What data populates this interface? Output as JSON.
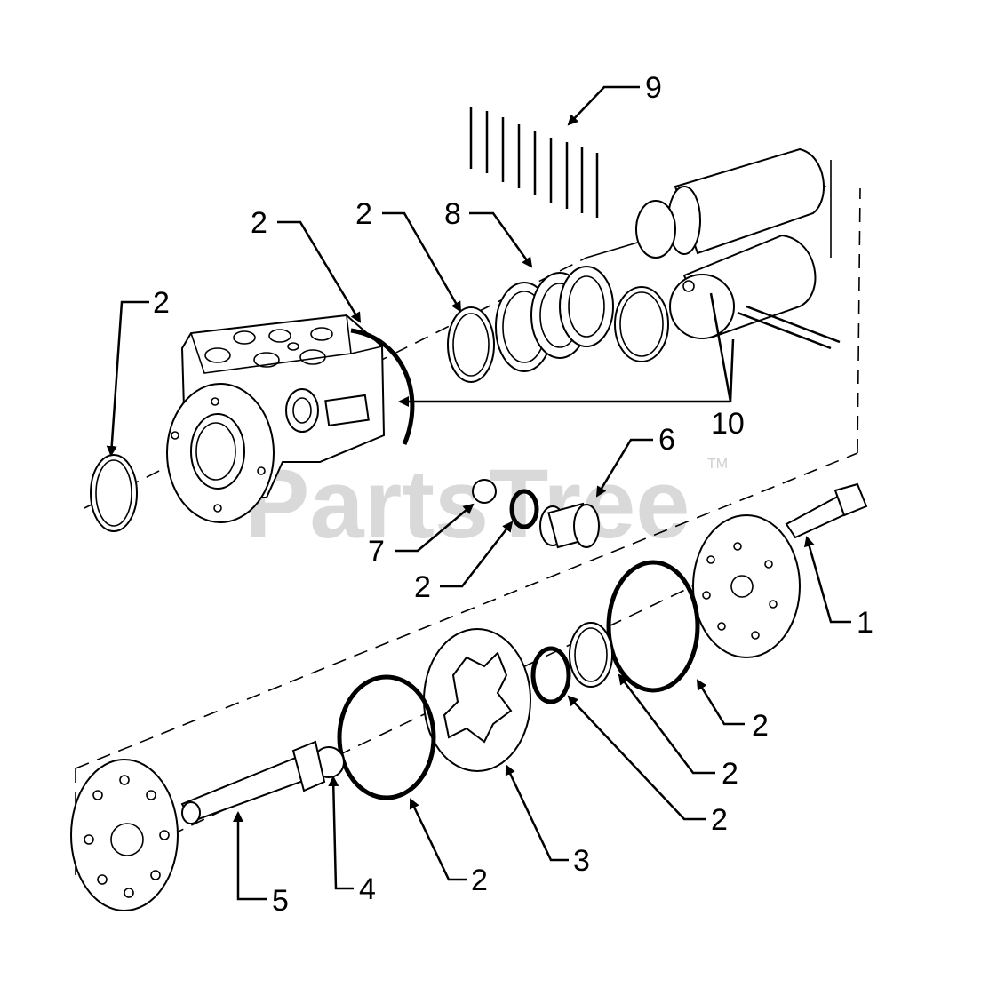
{
  "watermark": {
    "text": "PartsTree",
    "trademark": "TM"
  },
  "callouts": [
    {
      "id": "c9",
      "label": "9"
    },
    {
      "id": "c2a",
      "label": "2"
    },
    {
      "id": "c2b",
      "label": "2"
    },
    {
      "id": "c8",
      "label": "8"
    },
    {
      "id": "c2c",
      "label": "2"
    },
    {
      "id": "c10",
      "label": "10"
    },
    {
      "id": "c6",
      "label": "6"
    },
    {
      "id": "c7",
      "label": "7"
    },
    {
      "id": "c2d",
      "label": "2"
    },
    {
      "id": "c1",
      "label": "1"
    },
    {
      "id": "c2e",
      "label": "2"
    },
    {
      "id": "c2f",
      "label": "2"
    },
    {
      "id": "c2g",
      "label": "2"
    },
    {
      "id": "c3",
      "label": "3"
    },
    {
      "id": "c2h",
      "label": "2"
    },
    {
      "id": "c4",
      "label": "4"
    },
    {
      "id": "c5",
      "label": "5"
    }
  ]
}
